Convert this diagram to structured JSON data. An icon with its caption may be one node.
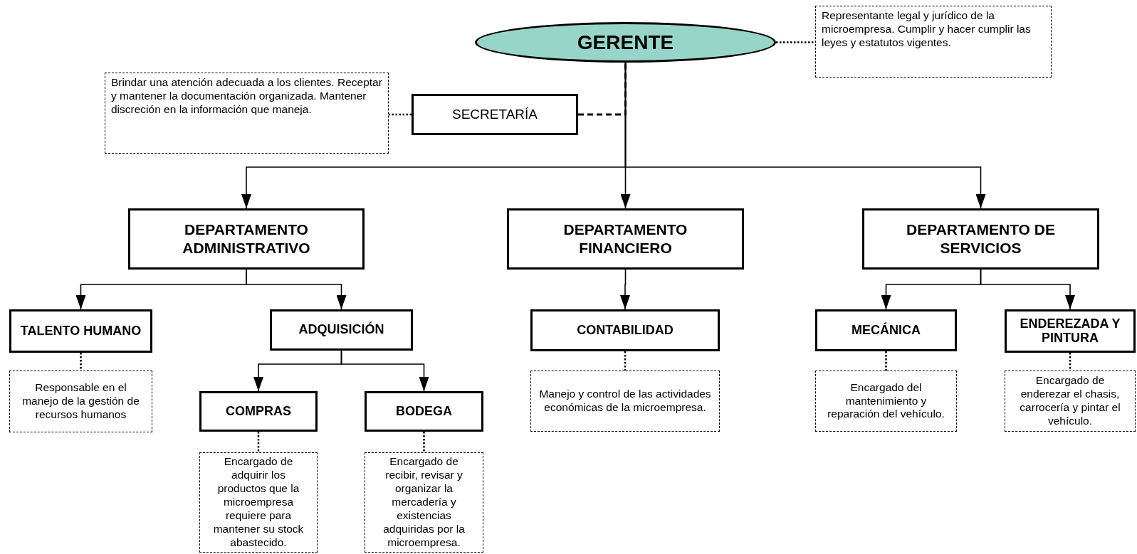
{
  "diagram": {
    "nodes": [
      {
        "text": [
          "GERENTE"
        ]
      },
      {
        "text": [
          "Representante legal y jurídico de la microempresa. Cumplir y hacer cumplir las leyes y estatutos vigentes."
        ]
      },
      {
        "text": [
          "SECRETARÍA"
        ]
      },
      {
        "text": [
          "Brindar una atención adecuada a los clientes. Receptar y mantener la documentación organizada. Mantener discreción en la información que maneja."
        ]
      },
      {
        "text": [
          "DEPARTAMENTO ADMINISTRATIVO"
        ]
      },
      {
        "text": [
          "DEPARTAMENTO FINANCIERO"
        ]
      },
      {
        "text": [
          "DEPARTAMENTO DE SERVICIOS"
        ]
      },
      {
        "text": [
          "TALENTO HUMANO"
        ]
      },
      {
        "text": [
          "Responsable en el manejo de la gestión de recursos humanos"
        ]
      },
      {
        "text": [
          "ADQUISICIÓN"
        ]
      },
      {
        "text": [
          "COMPRAS"
        ]
      },
      {
        "text": [
          "Encargado de adquirir los productos que la microempresa requiere para mantener su stock abastecido."
        ]
      },
      {
        "text": [
          "BODEGA"
        ]
      },
      {
        "text": [
          "Encargado de recibir, revisar y organizar la mercadería y existencias adquiridas por la microempresa."
        ]
      },
      {
        "text": [
          "CONTABILIDAD"
        ]
      },
      {
        "text": [
          "Manejo y control de las actividades  económicas de la microempresa."
        ]
      },
      {
        "text": [
          "MECÁNICA"
        ]
      },
      {
        "text": [
          "Encargado del mantenimiento y reparación del vehículo."
        ]
      },
      {
        "text": [
          "ENDEREZADA Y PINTURA"
        ]
      },
      {
        "text": [
          "Encargado de enderezar el chasis, carrocería y pintar el vehículo."
        ]
      }
    ],
    "edges": [
      {
        "from": 0,
        "to": 1,
        "arrow": "none",
        "style": "dashed"
      },
      {
        "from": 2,
        "to": 3,
        "arrow": "none",
        "style": "dashed"
      },
      {
        "from": 2,
        "to": 0,
        "arrow": "none",
        "style": "dashed"
      },
      {
        "from": 0,
        "to": 4,
        "arrow": "to"
      },
      {
        "from": 0,
        "to": 5,
        "arrow": "to"
      },
      {
        "from": 0,
        "to": 6,
        "arrow": "to"
      },
      {
        "from": 4,
        "to": 7,
        "arrow": "to"
      },
      {
        "from": 4,
        "to": 9,
        "arrow": "to"
      },
      {
        "from": 7,
        "to": 8,
        "arrow": "none",
        "style": "dashed"
      },
      {
        "from": 9,
        "to": 10,
        "arrow": "to"
      },
      {
        "from": 9,
        "to": 12,
        "arrow": "to"
      },
      {
        "from": 10,
        "to": 11,
        "arrow": "none",
        "style": "dashed"
      },
      {
        "from": 12,
        "to": 13,
        "arrow": "none",
        "style": "dashed"
      },
      {
        "from": 5,
        "to": 14,
        "arrow": "to"
      },
      {
        "from": 14,
        "to": 15,
        "arrow": "none",
        "style": "dashed"
      },
      {
        "from": 6,
        "to": 16,
        "arrow": "to"
      },
      {
        "from": 6,
        "to": 18,
        "arrow": "to"
      },
      {
        "from": 16,
        "to": 17,
        "arrow": "none",
        "style": "dashed"
      },
      {
        "from": 18,
        "to": 19,
        "arrow": "none",
        "style": "dashed"
      }
    ]
  }
}
